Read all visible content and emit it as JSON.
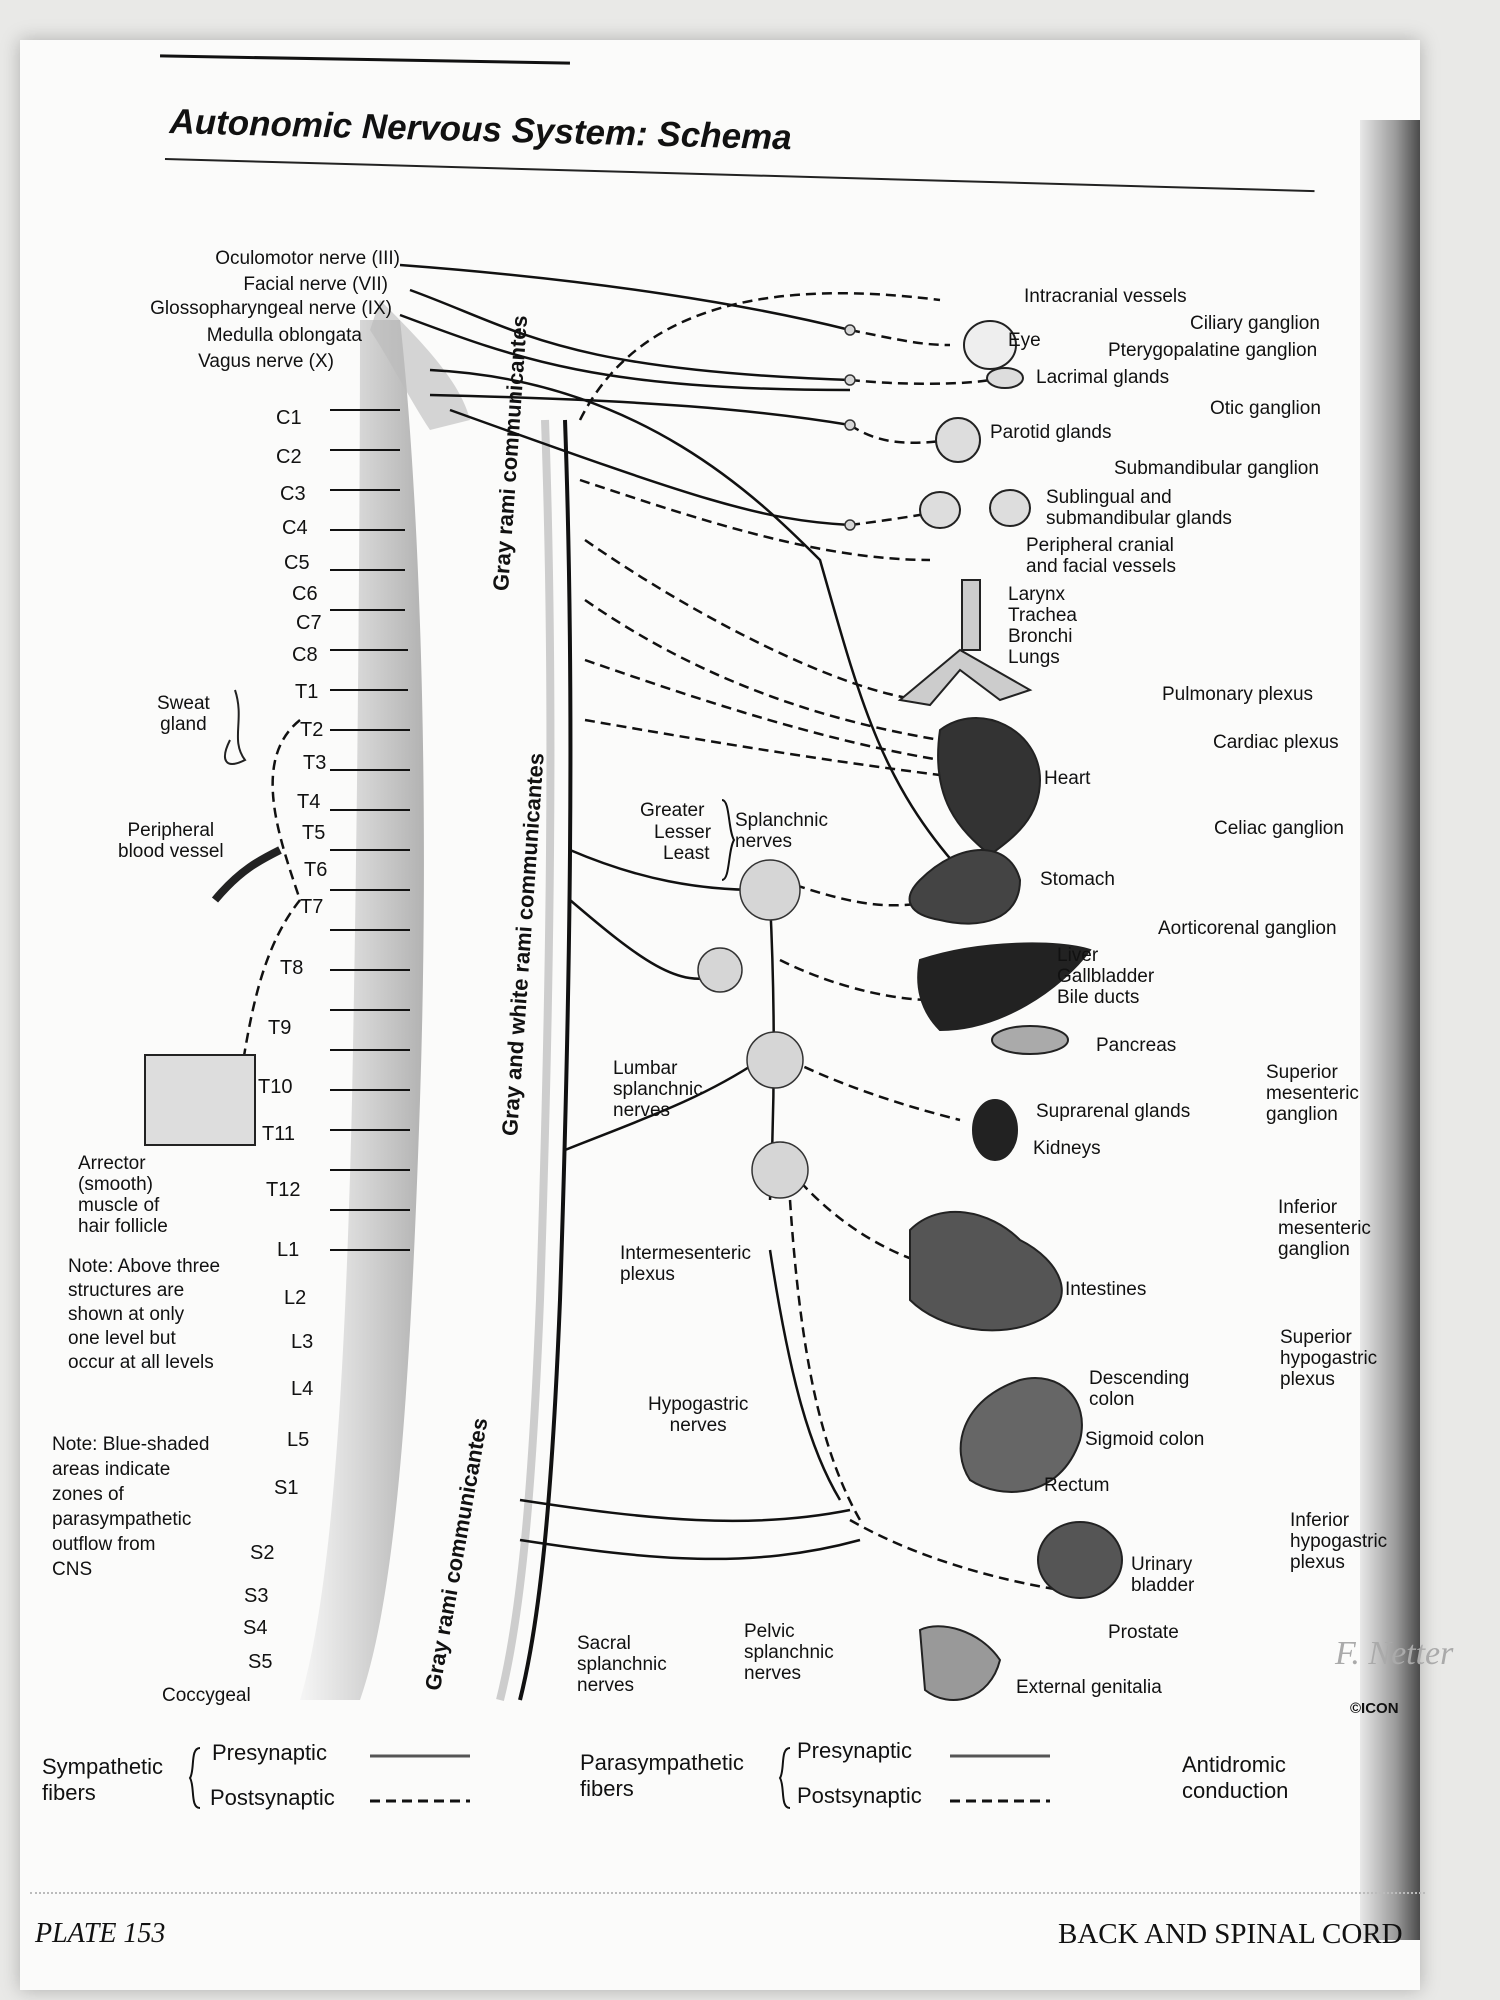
{
  "page": {
    "title": "Autonomic Nervous System: Schema",
    "plate": "PLATE 153",
    "section": "BACK AND SPINAL CORD",
    "copyright": "©ICON",
    "signature": "F. Netter"
  },
  "left_labels": {
    "oculomotor": "Oculomotor nerve (III)",
    "facial": "Facial nerve (VII)",
    "glossopharyngeal": "Glossopharyngeal nerve (IX)",
    "medulla": "Medulla oblongata",
    "vagus": "Vagus nerve (X)",
    "sweat": "Sweat\ngland",
    "peripheral_vessel": "Peripheral\nblood vessel",
    "arrector": "Arrector\n(smooth)\nmuscle of\nhair follicle",
    "note1": "Note: Above three\nstructures are\nshown at only\none level but\noccur at all levels",
    "note2": "Note: Blue-shaded\nareas indicate\nzones of\nparasympathetic\noutflow from\nCNS",
    "coccygeal": "Coccygeal"
  },
  "segments": [
    "C1",
    "C2",
    "C3",
    "C4",
    "C5",
    "C6",
    "C7",
    "C8",
    "T1",
    "T2",
    "T3",
    "T4",
    "T5",
    "T6",
    "T7",
    "T8",
    "T9",
    "T10",
    "T11",
    "T12",
    "L1",
    "L2",
    "L3",
    "L4",
    "L5",
    "S1",
    "S2",
    "S3",
    "S4",
    "S5"
  ],
  "spine_labels": {
    "gray_rami_top": "Gray rami\ncommunicantes",
    "gray_white": "Gray and white rami communicantes",
    "gray_rami_bottom": "Gray rami communicantes"
  },
  "middle_labels": {
    "greater": "Greater",
    "lesser": "Lesser",
    "least": "Least",
    "splanchnic": "Splanchnic\nnerves",
    "lumbar": "Lumbar\nsplanchnic\nnerves",
    "intermesenteric": "Intermesenteric\nplexus",
    "hypogastric": "Hypogastric\nnerves",
    "sacral": "Sacral\nsplanchnic\nnerves",
    "pelvic": "Pelvic\nsplanchnic\nnerves"
  },
  "organ_labels": {
    "intracranial": "Intracranial vessels",
    "ciliary": "Ciliary ganglion",
    "eye": "Eye",
    "pterygopalatine": "Pterygopalatine ganglion",
    "lacrimal": "Lacrimal glands",
    "otic": "Otic ganglion",
    "parotid": "Parotid glands",
    "submandibular_ganglion": "Submandibular ganglion",
    "sublingual": "Sublingual and\nsubmandibular glands",
    "peripheral_cranial": "Peripheral cranial\nand facial vessels",
    "larynx": "Larynx\nTrachea\nBronchi\nLungs",
    "pulmonary": "Pulmonary plexus",
    "cardiac": "Cardiac plexus",
    "heart": "Heart",
    "celiac": "Celiac ganglion",
    "stomach": "Stomach",
    "aorticorenal": "Aorticorenal ganglion",
    "liver": "Liver\nGallbladder\nBile ducts",
    "pancreas": "Pancreas",
    "superior_mesenteric": "Superior\nmesenteric\nganglion",
    "suprarenal": "Suprarenal glands",
    "kidneys": "Kidneys",
    "inferior_mesenteric": "Inferior\nmesenteric\nganglion",
    "intestines": "Intestines",
    "superior_hypogastric": "Superior\nhypogastric\nplexus",
    "descending": "Descending\ncolon",
    "sigmoid": "Sigmoid colon",
    "rectum": "Rectum",
    "inferior_hypogastric": "Inferior\nhypogastric\nplexus",
    "bladder": "Urinary\nbladder",
    "prostate": "Prostate",
    "genitalia": "External genitalia"
  },
  "legend": {
    "sympathetic": "Sympathetic\nfibers",
    "parasympathetic": "Parasympathetic\nfibers",
    "presynaptic": "Presynaptic",
    "postsynaptic": "Postsynaptic",
    "antidromic": "Antidromic\nconduction"
  }
}
